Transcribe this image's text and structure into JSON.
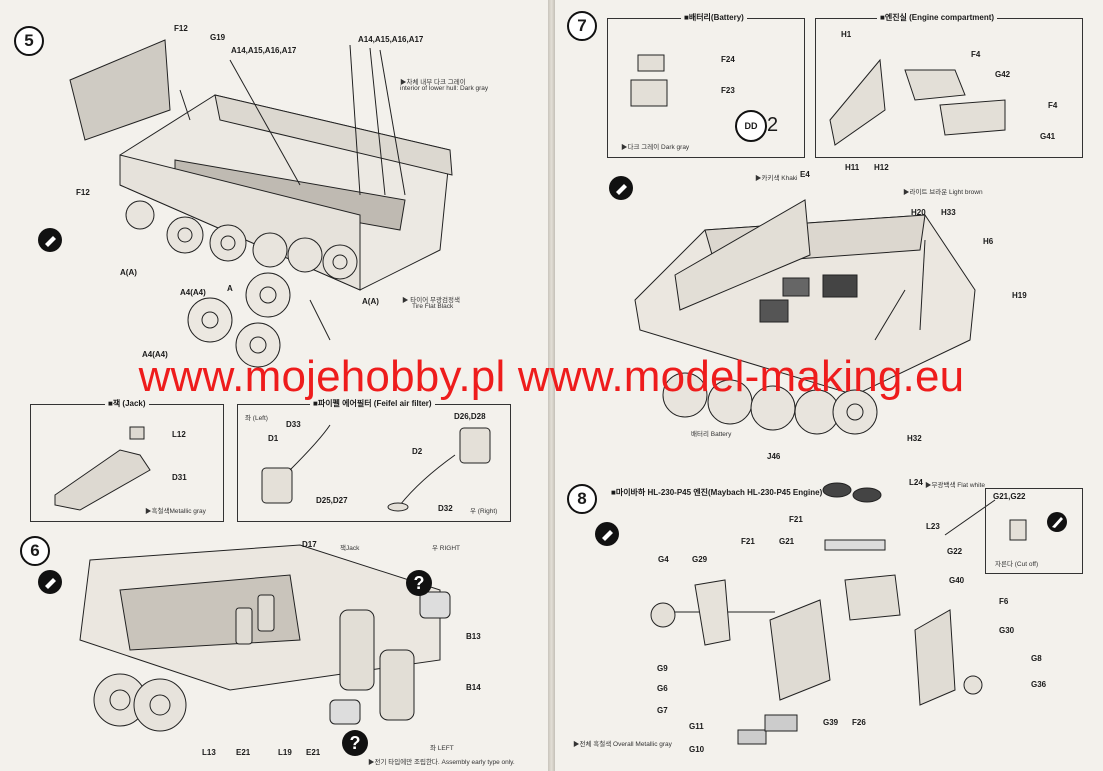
{
  "step5": {
    "number": "5",
    "labels": {
      "f12_top": "F12",
      "g19": "G19",
      "a14_left": "A14,A15,A16,A17",
      "a14_right": "A14,A15,A16,A17",
      "f12_left": "F12",
      "a4_upper": "A4(A4)",
      "a4_lower": "A4(A4)",
      "a_mark": "A",
      "a_paren": "A(A)",
      "a_paren2": "A(A)"
    },
    "notes": {
      "interior": "▶차체 내부 다크 그레이",
      "interior_en": "interior of lower hull: Dark gray",
      "tire": "▶ 타이어 무광검정색",
      "tire_en": "Tire Flat Black"
    }
  },
  "jack_box": {
    "title": "■잭 (Jack)",
    "l12": "L12",
    "d31": "D31",
    "color_note": "▶흑철색Metallic gray"
  },
  "filter_box": {
    "title": "■파이펠 에어필터 (Feifel air filter)",
    "left": "좌 (Left)",
    "right_side": "우 (Right)",
    "d33": "D33",
    "d1": "D1",
    "d25": "D25,D27",
    "d26": "D26,D28",
    "d2": "D2",
    "d32": "D32"
  },
  "step6": {
    "number": "6",
    "labels": {
      "d17": "D17",
      "jack": "잭Jack",
      "right": "우 RIGHT",
      "b13": "B13",
      "b14": "B14",
      "l13": "L13",
      "e21a": "E21",
      "l19": "L19",
      "e21b": "E21",
      "left": "좌 LEFT"
    },
    "note": "▶전기 타입에만 조립한다. Assembly early type only."
  },
  "step7": {
    "number": "7",
    "battery_title": "■배터리(Battery)",
    "f24": "F24",
    "f23": "F23",
    "battery_note": "▶다크 그레이 Dark gray",
    "engine_title": "■엔진실 (Engine compartment)",
    "h1": "H1",
    "f4a": "F4",
    "g42": "G42",
    "f4b": "F4",
    "g41": "G41",
    "decal_num": "2",
    "khaki": "▶카키색 Khaki",
    "e4": "E4",
    "h11": "H11",
    "h12": "H12",
    "lightbrown": "▶라이트 브라운 Light brown",
    "h20": "H20",
    "h33": "H33",
    "h6": "H6",
    "h19": "H19",
    "h32": "H32",
    "j46": "J46",
    "battery_label": "배터리 Battery"
  },
  "step8": {
    "number": "8",
    "title": "■마이바하 HL-230-P45 엔진(Maybach HL-230-P45 Engine)",
    "l24": "L24",
    "flatwhite": "▶무광백색 Flat white",
    "g21g22": "G21,G22",
    "cutoff": "자른다 (Cut off)",
    "f21a": "F21",
    "l23": "L23",
    "f21b": "F21",
    "g21": "G21",
    "g22": "G22",
    "g4": "G4",
    "g29": "G29",
    "g40": "G40",
    "f6": "F6",
    "g30": "G30",
    "g8": "G8",
    "g9": "G9",
    "g6": "G6",
    "g7": "G7",
    "g36": "G36",
    "g11": "G11",
    "g39": "G39",
    "f26": "F26",
    "g10": "G10",
    "overall": "▶전체 흑철색 Overall Metallic gray"
  },
  "watermark": "www.mojehobby.pl www.model-making.eu",
  "colors": {
    "watermark": "#ee1c1c",
    "paper": "#f3f1ec"
  }
}
